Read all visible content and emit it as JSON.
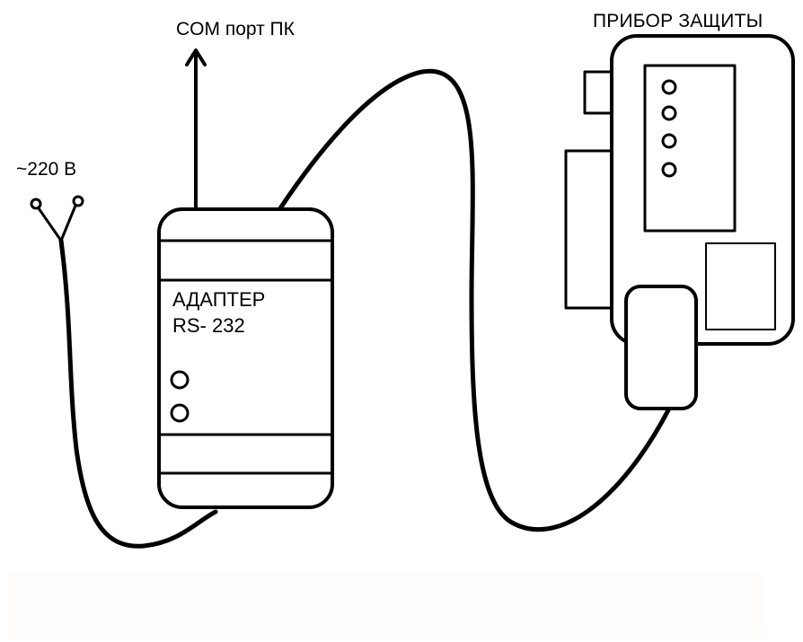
{
  "labels": {
    "com_port": "COM порт ПК",
    "power": "~220 В",
    "device": "ПРИБОР ЗАЩИТЫ",
    "adapter_line1": "АДАПТЕР",
    "adapter_line2": "RS- 232"
  },
  "colors": {
    "stroke": "#000000",
    "background": "#ffffff",
    "footer_band": "#fffcfc"
  }
}
